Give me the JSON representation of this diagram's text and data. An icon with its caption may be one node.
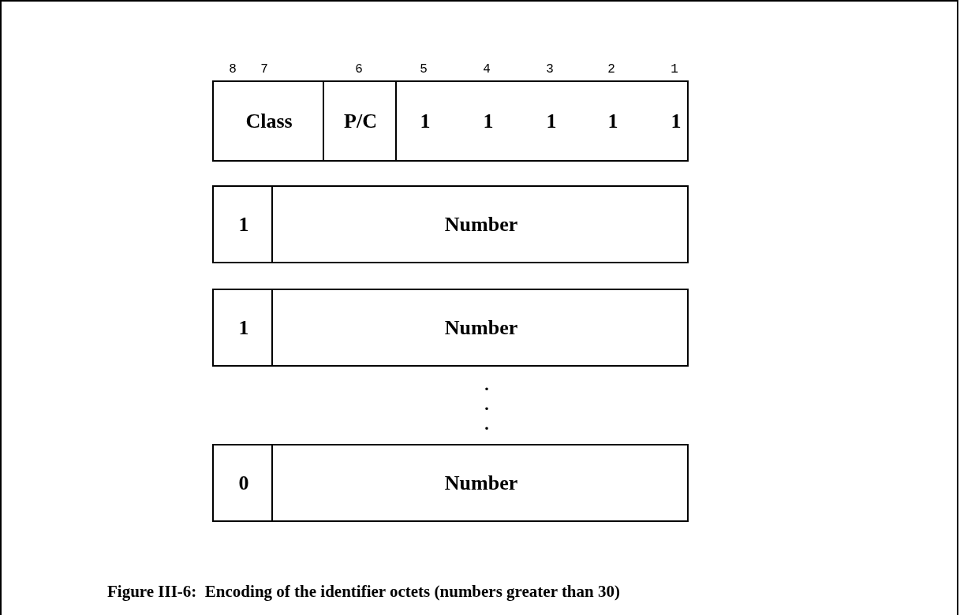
{
  "diagram": {
    "caption": "Figure III-6:  Encoding of the identifier octets (numbers greater than 30)",
    "nodes": [
      {
        "text": [
          "Class"
        ]
      },
      {
        "text": [
          "P/C"
        ]
      },
      {
        "text": [
          "1",
          "1",
          "1",
          "1",
          "1"
        ]
      },
      {
        "text": [
          "1"
        ]
      },
      {
        "text": [
          "Number"
        ]
      },
      {
        "text": [
          "1"
        ]
      },
      {
        "text": [
          "Number"
        ]
      },
      {
        "text": [
          "0"
        ]
      },
      {
        "text": [
          "Number"
        ]
      }
    ],
    "edges": [],
    "labels": [
      "8",
      "7",
      "6",
      "5",
      "4",
      "3",
      "2",
      "1",
      ".",
      ".",
      "."
    ]
  }
}
